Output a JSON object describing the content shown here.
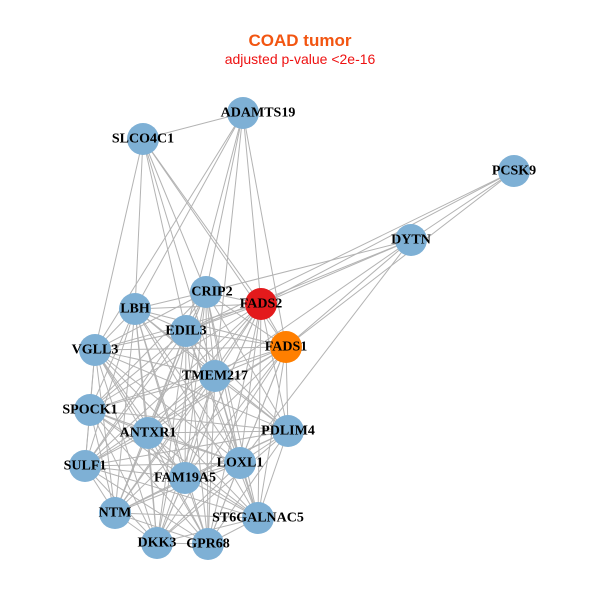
{
  "header": {
    "title": "COAD tumor",
    "subtitle": "adjusted p-value <2e-16"
  },
  "colors": {
    "default_node": "#7eb0d5",
    "highlight_primary": "#e31a1c",
    "highlight_secondary": "#ff7f00",
    "edge": "#b3b3b3"
  },
  "network": {
    "nodes": [
      {
        "id": "ADAMTS19",
        "role": "default"
      },
      {
        "id": "SLCO4C1",
        "role": "default"
      },
      {
        "id": "PCSK9",
        "role": "default"
      },
      {
        "id": "DYTN",
        "role": "default"
      },
      {
        "id": "CRIP2",
        "role": "default"
      },
      {
        "id": "LBH",
        "role": "default"
      },
      {
        "id": "FADS2",
        "role": "primary"
      },
      {
        "id": "EDIL3",
        "role": "default"
      },
      {
        "id": "FADS1",
        "role": "secondary"
      },
      {
        "id": "VGLL3",
        "role": "default"
      },
      {
        "id": "TMEM217",
        "role": "default"
      },
      {
        "id": "SPOCK1",
        "role": "default"
      },
      {
        "id": "ANTXR1",
        "role": "default"
      },
      {
        "id": "PDLIM4",
        "role": "default"
      },
      {
        "id": "LOXL1",
        "role": "default"
      },
      {
        "id": "SULF1",
        "role": "default"
      },
      {
        "id": "FAM19A5",
        "role": "default"
      },
      {
        "id": "NTM",
        "role": "default"
      },
      {
        "id": "ST6GALNAC5",
        "role": "default"
      },
      {
        "id": "DKK3",
        "role": "default"
      },
      {
        "id": "GPR68",
        "role": "default"
      }
    ],
    "edges": [
      [
        "SLCO4C1",
        "ADAMTS19"
      ],
      [
        "SLCO4C1",
        "LBH"
      ],
      [
        "SLCO4C1",
        "CRIP2"
      ],
      [
        "SLCO4C1",
        "FADS2"
      ],
      [
        "SLCO4C1",
        "EDIL3"
      ],
      [
        "SLCO4C1",
        "FADS1"
      ],
      [
        "SLCO4C1",
        "TMEM217"
      ],
      [
        "SLCO4C1",
        "VGLL3"
      ],
      [
        "ADAMTS19",
        "CRIP2"
      ],
      [
        "ADAMTS19",
        "FADS2"
      ],
      [
        "ADAMTS19",
        "FADS1"
      ],
      [
        "ADAMTS19",
        "EDIL3"
      ],
      [
        "ADAMTS19",
        "LBH"
      ],
      [
        "ADAMTS19",
        "TMEM217"
      ],
      [
        "ADAMTS19",
        "VGLL3"
      ],
      [
        "PCSK9",
        "DYTN"
      ],
      [
        "PCSK9",
        "FADS2"
      ],
      [
        "PCSK9",
        "FADS1"
      ],
      [
        "PCSK9",
        "EDIL3"
      ],
      [
        "DYTN",
        "FADS2"
      ],
      [
        "DYTN",
        "FADS1"
      ],
      [
        "DYTN",
        "CRIP2"
      ],
      [
        "DYTN",
        "EDIL3"
      ],
      [
        "DYTN",
        "TMEM217"
      ],
      [
        "DYTN",
        "LOXL1"
      ],
      [
        "FADS2",
        "FADS1"
      ],
      [
        "FADS2",
        "CRIP2"
      ],
      [
        "FADS2",
        "LBH"
      ],
      [
        "FADS2",
        "EDIL3"
      ],
      [
        "FADS2",
        "VGLL3"
      ],
      [
        "FADS2",
        "TMEM217"
      ],
      [
        "FADS2",
        "SPOCK1"
      ],
      [
        "FADS2",
        "ANTXR1"
      ],
      [
        "FADS2",
        "PDLIM4"
      ],
      [
        "FADS2",
        "LOXL1"
      ],
      [
        "FADS2",
        "SULF1"
      ],
      [
        "FADS2",
        "FAM19A5"
      ],
      [
        "FADS2",
        "NTM"
      ],
      [
        "FADS2",
        "ST6GALNAC5"
      ],
      [
        "FADS2",
        "DKK3"
      ],
      [
        "FADS2",
        "GPR68"
      ],
      [
        "FADS1",
        "CRIP2"
      ],
      [
        "FADS1",
        "LBH"
      ],
      [
        "FADS1",
        "EDIL3"
      ],
      [
        "FADS1",
        "VGLL3"
      ],
      [
        "FADS1",
        "TMEM217"
      ],
      [
        "FADS1",
        "SPOCK1"
      ],
      [
        "FADS1",
        "ANTXR1"
      ],
      [
        "FADS1",
        "PDLIM4"
      ],
      [
        "FADS1",
        "LOXL1"
      ],
      [
        "FADS1",
        "SULF1"
      ],
      [
        "FADS1",
        "FAM19A5"
      ],
      [
        "FADS1",
        "NTM"
      ],
      [
        "FADS1",
        "ST6GALNAC5"
      ],
      [
        "FADS1",
        "DKK3"
      ],
      [
        "FADS1",
        "GPR68"
      ],
      [
        "CRIP2",
        "LBH"
      ],
      [
        "CRIP2",
        "EDIL3"
      ],
      [
        "CRIP2",
        "VGLL3"
      ],
      [
        "CRIP2",
        "TMEM217"
      ],
      [
        "CRIP2",
        "SPOCK1"
      ],
      [
        "CRIP2",
        "ANTXR1"
      ],
      [
        "CRIP2",
        "PDLIM4"
      ],
      [
        "CRIP2",
        "LOXL1"
      ],
      [
        "CRIP2",
        "SULF1"
      ],
      [
        "CRIP2",
        "FAM19A5"
      ],
      [
        "CRIP2",
        "NTM"
      ],
      [
        "CRIP2",
        "ST6GALNAC5"
      ],
      [
        "CRIP2",
        "DKK3"
      ],
      [
        "CRIP2",
        "GPR68"
      ],
      [
        "LBH",
        "EDIL3"
      ],
      [
        "LBH",
        "VGLL3"
      ],
      [
        "LBH",
        "TMEM217"
      ],
      [
        "LBH",
        "SPOCK1"
      ],
      [
        "LBH",
        "ANTXR1"
      ],
      [
        "LBH",
        "PDLIM4"
      ],
      [
        "LBH",
        "LOXL1"
      ],
      [
        "LBH",
        "SULF1"
      ],
      [
        "LBH",
        "FAM19A5"
      ],
      [
        "LBH",
        "NTM"
      ],
      [
        "LBH",
        "ST6GALNAC5"
      ],
      [
        "LBH",
        "DKK3"
      ],
      [
        "LBH",
        "GPR68"
      ],
      [
        "EDIL3",
        "VGLL3"
      ],
      [
        "EDIL3",
        "TMEM217"
      ],
      [
        "EDIL3",
        "SPOCK1"
      ],
      [
        "EDIL3",
        "ANTXR1"
      ],
      [
        "EDIL3",
        "PDLIM4"
      ],
      [
        "EDIL3",
        "LOXL1"
      ],
      [
        "EDIL3",
        "SULF1"
      ],
      [
        "EDIL3",
        "FAM19A5"
      ],
      [
        "EDIL3",
        "NTM"
      ],
      [
        "EDIL3",
        "ST6GALNAC5"
      ],
      [
        "EDIL3",
        "DKK3"
      ],
      [
        "EDIL3",
        "GPR68"
      ],
      [
        "VGLL3",
        "TMEM217"
      ],
      [
        "VGLL3",
        "SPOCK1"
      ],
      [
        "VGLL3",
        "ANTXR1"
      ],
      [
        "VGLL3",
        "PDLIM4"
      ],
      [
        "VGLL3",
        "LOXL1"
      ],
      [
        "VGLL3",
        "SULF1"
      ],
      [
        "VGLL3",
        "FAM19A5"
      ],
      [
        "VGLL3",
        "NTM"
      ],
      [
        "VGLL3",
        "ST6GALNAC5"
      ],
      [
        "VGLL3",
        "DKK3"
      ],
      [
        "VGLL3",
        "GPR68"
      ],
      [
        "TMEM217",
        "SPOCK1"
      ],
      [
        "TMEM217",
        "ANTXR1"
      ],
      [
        "TMEM217",
        "PDLIM4"
      ],
      [
        "TMEM217",
        "LOXL1"
      ],
      [
        "TMEM217",
        "SULF1"
      ],
      [
        "TMEM217",
        "FAM19A5"
      ],
      [
        "TMEM217",
        "NTM"
      ],
      [
        "TMEM217",
        "ST6GALNAC5"
      ],
      [
        "TMEM217",
        "DKK3"
      ],
      [
        "TMEM217",
        "GPR68"
      ],
      [
        "SPOCK1",
        "ANTXR1"
      ],
      [
        "SPOCK1",
        "PDLIM4"
      ],
      [
        "SPOCK1",
        "LOXL1"
      ],
      [
        "SPOCK1",
        "SULF1"
      ],
      [
        "SPOCK1",
        "FAM19A5"
      ],
      [
        "SPOCK1",
        "NTM"
      ],
      [
        "SPOCK1",
        "ST6GALNAC5"
      ],
      [
        "SPOCK1",
        "DKK3"
      ],
      [
        "SPOCK1",
        "GPR68"
      ],
      [
        "ANTXR1",
        "PDLIM4"
      ],
      [
        "ANTXR1",
        "LOXL1"
      ],
      [
        "ANTXR1",
        "SULF1"
      ],
      [
        "ANTXR1",
        "FAM19A5"
      ],
      [
        "ANTXR1",
        "NTM"
      ],
      [
        "ANTXR1",
        "ST6GALNAC5"
      ],
      [
        "ANTXR1",
        "DKK3"
      ],
      [
        "ANTXR1",
        "GPR68"
      ],
      [
        "PDLIM4",
        "LOXL1"
      ],
      [
        "PDLIM4",
        "SULF1"
      ],
      [
        "PDLIM4",
        "FAM19A5"
      ],
      [
        "PDLIM4",
        "NTM"
      ],
      [
        "PDLIM4",
        "ST6GALNAC5"
      ],
      [
        "PDLIM4",
        "DKK3"
      ],
      [
        "PDLIM4",
        "GPR68"
      ],
      [
        "LOXL1",
        "SULF1"
      ],
      [
        "LOXL1",
        "FAM19A5"
      ],
      [
        "LOXL1",
        "NTM"
      ],
      [
        "LOXL1",
        "ST6GALNAC5"
      ],
      [
        "LOXL1",
        "DKK3"
      ],
      [
        "LOXL1",
        "GPR68"
      ],
      [
        "SULF1",
        "FAM19A5"
      ],
      [
        "SULF1",
        "NTM"
      ],
      [
        "SULF1",
        "ST6GALNAC5"
      ],
      [
        "SULF1",
        "DKK3"
      ],
      [
        "SULF1",
        "GPR68"
      ],
      [
        "FAM19A5",
        "NTM"
      ],
      [
        "FAM19A5",
        "ST6GALNAC5"
      ],
      [
        "FAM19A5",
        "DKK3"
      ],
      [
        "FAM19A5",
        "GPR68"
      ],
      [
        "NTM",
        "ST6GALNAC5"
      ],
      [
        "NTM",
        "DKK3"
      ],
      [
        "NTM",
        "GPR68"
      ],
      [
        "ST6GALNAC5",
        "DKK3"
      ],
      [
        "ST6GALNAC5",
        "GPR68"
      ],
      [
        "DKK3",
        "GPR68"
      ]
    ]
  }
}
